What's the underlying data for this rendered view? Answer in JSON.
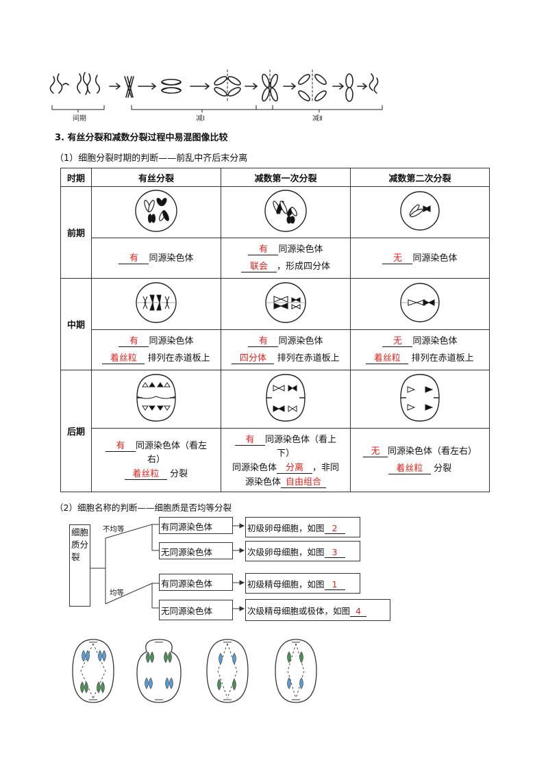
{
  "top_diagram": {
    "labels": [
      "间期",
      "减Ⅰ",
      "减Ⅱ"
    ]
  },
  "section_heading": "3. 有丝分裂和减数分裂过程中易混图像比较",
  "sub_heading_1": "（1）细胞分裂时期的判断——前乱中齐后末分离",
  "table": {
    "headers": [
      "时期",
      "有丝分裂",
      "减数第一次分裂",
      "减数第二次分裂"
    ],
    "rows": [
      {
        "phase": "前期",
        "mitosis": {
          "line1_blank": "有",
          "line1_text": "同源染色体"
        },
        "meiosis1": {
          "line1_blank": "有",
          "line1_text": "同源染色体",
          "line2_blank": "联会",
          "line2_text": "，形成四分体"
        },
        "meiosis2": {
          "line1_blank": "无",
          "line1_text": "同源染色体"
        }
      },
      {
        "phase": "中期",
        "mitosis": {
          "line1_blank": "有",
          "line1_text": "同源染色体",
          "line2_blank": "着丝粒",
          "line2_text": "排列在赤道板上"
        },
        "meiosis1": {
          "line1_blank": "有",
          "line1_text": "同源染色体",
          "line2_blank": "四分体",
          "line2_text": "排列在赤道板上"
        },
        "meiosis2": {
          "line1_blank": "无",
          "line1_text": "同源染色体",
          "line2_blank": "着丝粒",
          "line2_text": "排列在赤道板上"
        }
      },
      {
        "phase": "后期",
        "mitosis": {
          "line1_blank": "有",
          "line1_text": "同源染色体（看左",
          "line1b_text": "右）",
          "line2_blank": "着丝粒",
          "line2_text": "分裂"
        },
        "meiosis1": {
          "line1_blank": "有",
          "line1_text": "同源染色体（看上",
          "line1b_text": "下）",
          "line2_pre": "同源染色体",
          "line2_blank": "分离",
          "line2_text": "，非同",
          "line3_pre": "源染色体",
          "line3_blank": "自由组合"
        },
        "meiosis2": {
          "line1_blank": "无",
          "line1_text": "同源染色体（看左右）",
          "line2_blank": "着丝粒",
          "line2_text": "分裂"
        }
      }
    ]
  },
  "sub_heading_2": "（2）细胞名称的判断——细胞质是否均等分裂",
  "flow": {
    "root": "细胞质分裂",
    "branch_unequal": "不均等",
    "branch_equal": "均等",
    "nodes": [
      {
        "condition": "有同源染色体",
        "result": "初级卵母细胞，如图",
        "answer": "2"
      },
      {
        "condition": "无同源染色体",
        "result": "次级卵母细胞，如图",
        "answer": "3"
      },
      {
        "condition": "有同源染色体",
        "result": "初级精母细胞，如图",
        "answer": "1"
      },
      {
        "condition": "无同源染色体",
        "result": "次级精母细胞或极体，如图",
        "answer": "4"
      }
    ]
  },
  "colors": {
    "answer": "#e0221c",
    "chromosome_green": "#4f8f57",
    "chromosome_blue": "#5c9bd1"
  }
}
